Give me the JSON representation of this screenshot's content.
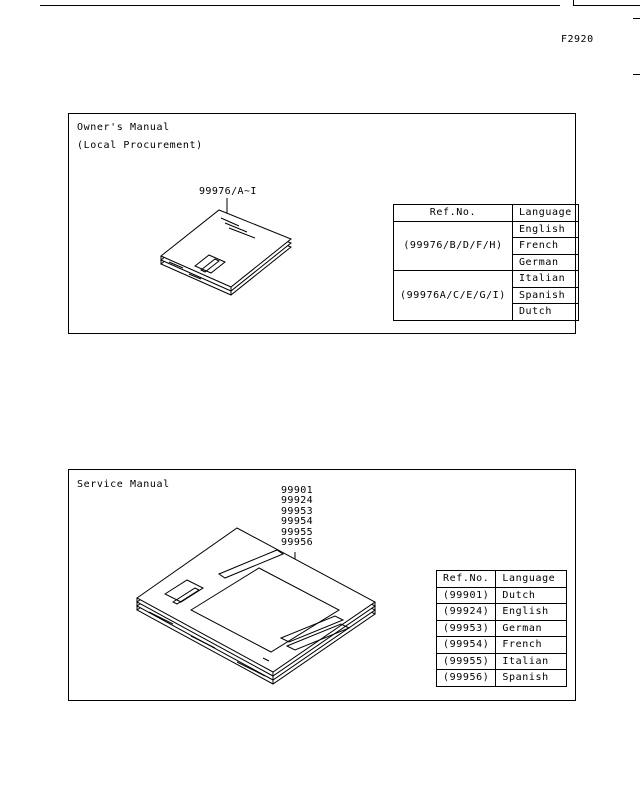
{
  "figure_code": "F2920",
  "owners_manual": {
    "title_line1": "Owner's Manual",
    "title_line2": "(Local Procurement)",
    "part_number": "99976/A~I",
    "table": {
      "header_ref": "Ref.No.",
      "header_language": "Language",
      "groups": [
        {
          "ref": "(99976/B/D/F/H)",
          "languages": [
            "English",
            "French",
            "German"
          ]
        },
        {
          "ref": "(99976A/C/E/G/I)",
          "languages": [
            "Italian",
            "Spanish",
            "Dutch"
          ]
        }
      ]
    }
  },
  "service_manual": {
    "title": "Service Manual",
    "part_numbers": [
      "99901",
      "99924",
      "99953",
      "99954",
      "99955",
      "99956"
    ],
    "table": {
      "header_ref": "Ref.No.",
      "header_language": "Language",
      "rows": [
        {
          "ref": "(99901)",
          "language": "Dutch"
        },
        {
          "ref": "(99924)",
          "language": "English"
        },
        {
          "ref": "(99953)",
          "language": "German"
        },
        {
          "ref": "(99954)",
          "language": "French"
        },
        {
          "ref": "(99955)",
          "language": "Italian"
        },
        {
          "ref": "(99956)",
          "language": "Spanish"
        }
      ]
    }
  }
}
